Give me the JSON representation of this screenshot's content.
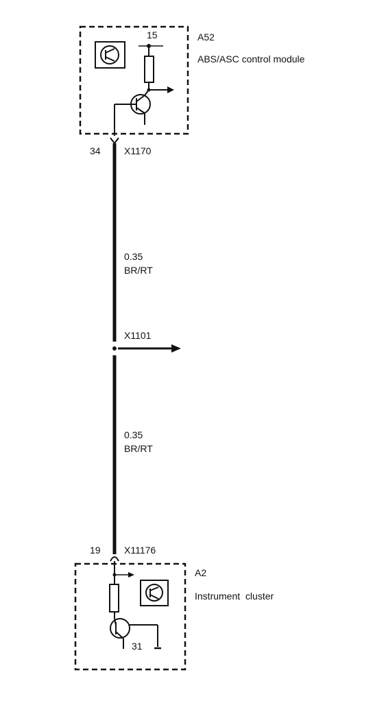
{
  "top_module": {
    "code": "A52",
    "name": "ABS/ASC control module",
    "supply_pin": "15"
  },
  "connector_top": {
    "pin": "34",
    "name": "X1170"
  },
  "wire_upper": {
    "gauge": "0.35",
    "color": "BR/RT"
  },
  "splice": {
    "name": "X1101"
  },
  "wire_lower": {
    "gauge": "0.35",
    "color": "BR/RT"
  },
  "connector_bottom": {
    "pin": "19",
    "name": "X11176"
  },
  "bottom_module": {
    "code": "A2",
    "name": "Instrument  cluster",
    "ground_pin": "31"
  },
  "icons": [
    "control-unit-icon",
    "transistor-icon",
    "resistor-icon",
    "arrow-right-icon",
    "ground-icon"
  ],
  "colors": {
    "line": "#111111",
    "background": "#ffffff"
  }
}
